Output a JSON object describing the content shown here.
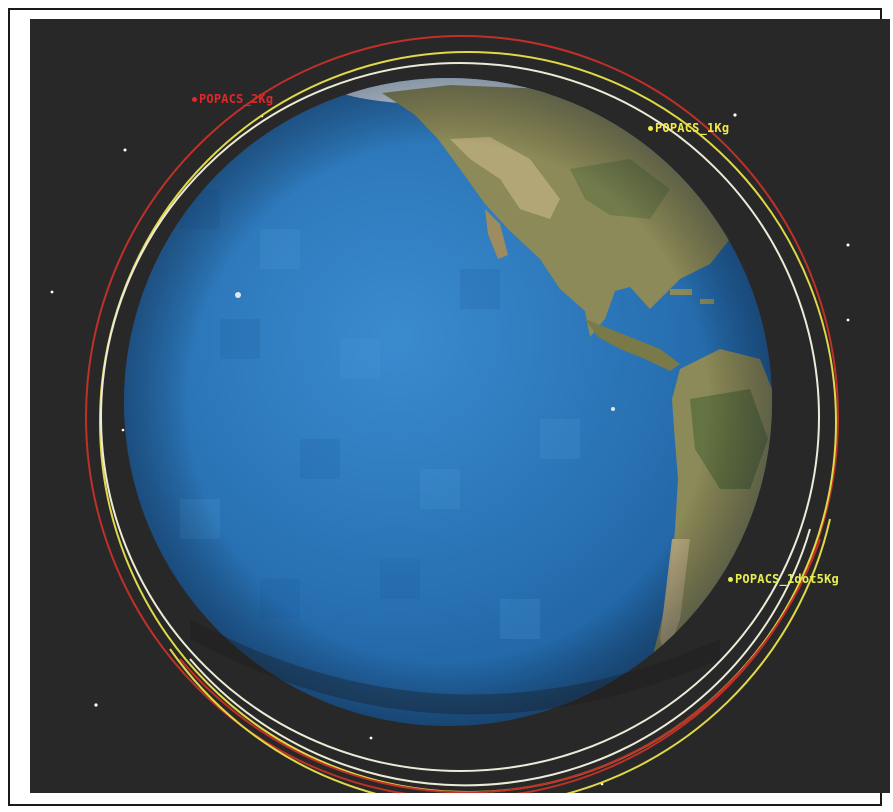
{
  "satellites": [
    {
      "label": "POPACS_1Kg",
      "color": "#f2e84a"
    },
    {
      "label": "POPACS_1dot5Kg",
      "color": "#e6ee52"
    },
    {
      "label": "POPACS_2Kg",
      "color": "#e0272b"
    }
  ],
  "colors": {
    "space": "#282828",
    "ocean": "#2c78b8",
    "land": "#8a8a5a",
    "orbit_red": "#c03028",
    "orbit_yellow": "#f0e040",
    "orbit_white": "#ecebd8"
  }
}
